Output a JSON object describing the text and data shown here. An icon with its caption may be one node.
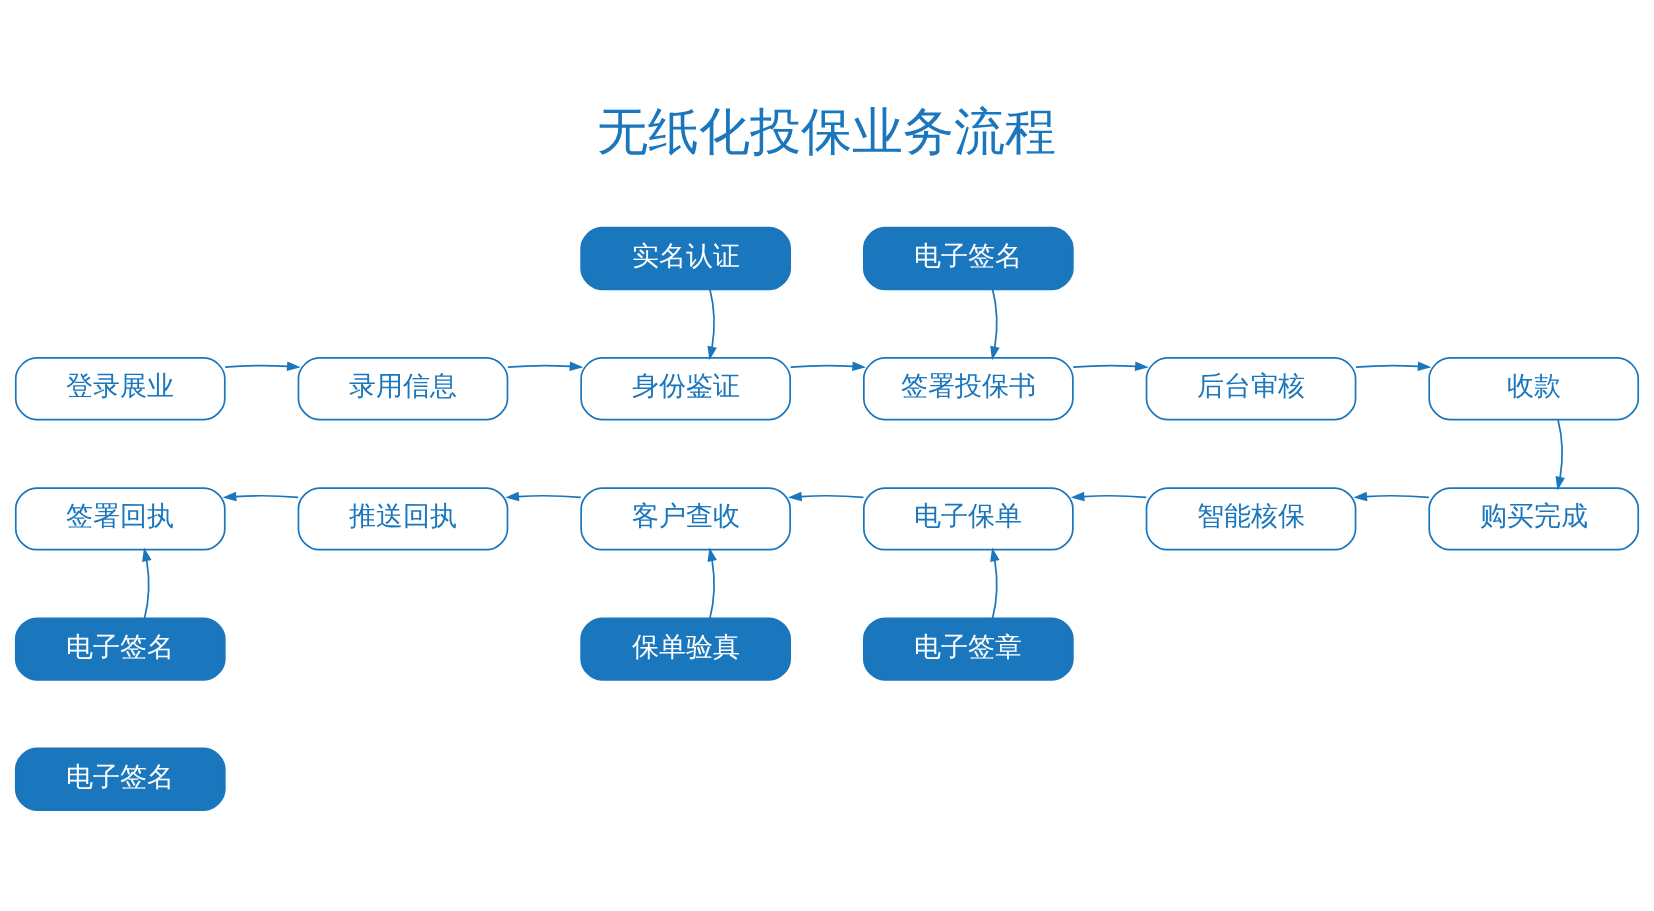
{
  "diagram": {
    "title": "无纸化投保业务流程",
    "nodes": [
      {
        "text": [
          "实名认证"
        ]
      },
      {
        "text": [
          "电子签名"
        ]
      },
      {
        "text": [
          "登录展业"
        ]
      },
      {
        "text": [
          "录用信息"
        ]
      },
      {
        "text": [
          "身份鉴证"
        ]
      },
      {
        "text": [
          "签署投保书"
        ]
      },
      {
        "text": [
          "后台审核"
        ]
      },
      {
        "text": [
          "收款"
        ]
      },
      {
        "text": [
          "签署回执"
        ]
      },
      {
        "text": [
          "推送回执"
        ]
      },
      {
        "text": [
          "客户查收"
        ]
      },
      {
        "text": [
          "电子保单"
        ]
      },
      {
        "text": [
          "智能核保"
        ]
      },
      {
        "text": [
          "购买完成"
        ]
      },
      {
        "text": [
          "电子签名"
        ]
      },
      {
        "text": [
          "保单验真"
        ]
      },
      {
        "text": [
          "电子签章"
        ]
      },
      {
        "text": [
          "电子签名"
        ]
      }
    ],
    "edges": [
      {
        "from": 0,
        "to": 4,
        "arrow": "to"
      },
      {
        "from": 1,
        "to": 5,
        "arrow": "to"
      },
      {
        "from": 2,
        "to": 3,
        "arrow": "to"
      },
      {
        "from": 3,
        "to": 4,
        "arrow": "to"
      },
      {
        "from": 4,
        "to": 5,
        "arrow": "to"
      },
      {
        "from": 5,
        "to": 6,
        "arrow": "to"
      },
      {
        "from": 6,
        "to": 7,
        "arrow": "to"
      },
      {
        "from": 7,
        "to": 13,
        "arrow": "to"
      },
      {
        "from": 13,
        "to": 12,
        "arrow": "to"
      },
      {
        "from": 12,
        "to": 11,
        "arrow": "to"
      },
      {
        "from": 11,
        "to": 10,
        "arrow": "to"
      },
      {
        "from": 10,
        "to": 9,
        "arrow": "to"
      },
      {
        "from": 9,
        "to": 8,
        "arrow": "to"
      },
      {
        "from": 14,
        "to": 8,
        "arrow": "to"
      },
      {
        "from": 15,
        "to": 10,
        "arrow": "to"
      },
      {
        "from": 16,
        "to": 11,
        "arrow": "to"
      }
    ]
  }
}
